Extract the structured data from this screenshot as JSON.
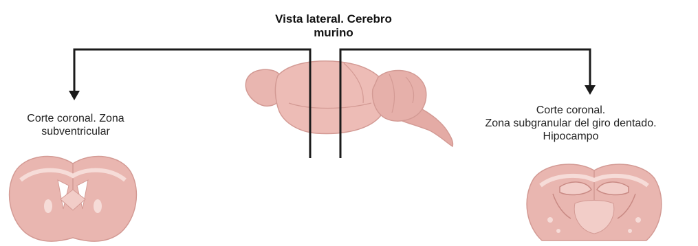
{
  "title": {
    "line1": "Vista lateral. Cerebro",
    "line2": "murino"
  },
  "left_section": {
    "line1": "Corte coronal. Zona",
    "line2": "subventricular"
  },
  "right_section": {
    "line1": "Corte coronal.",
    "line2": "Zona subgranular del giro dentado.",
    "line3": "Hipocampo"
  },
  "colors": {
    "arrow": "#1a1a1a",
    "brain_fill": "#e9b6b0",
    "brain_shade": "#d89c96",
    "brain_light": "#f6dcd8"
  },
  "icons": {
    "lateral_brain": "mouse-brain-lateral-icon",
    "left_section": "coronal-section-svz-icon",
    "right_section": "coronal-section-hippocampus-icon"
  }
}
